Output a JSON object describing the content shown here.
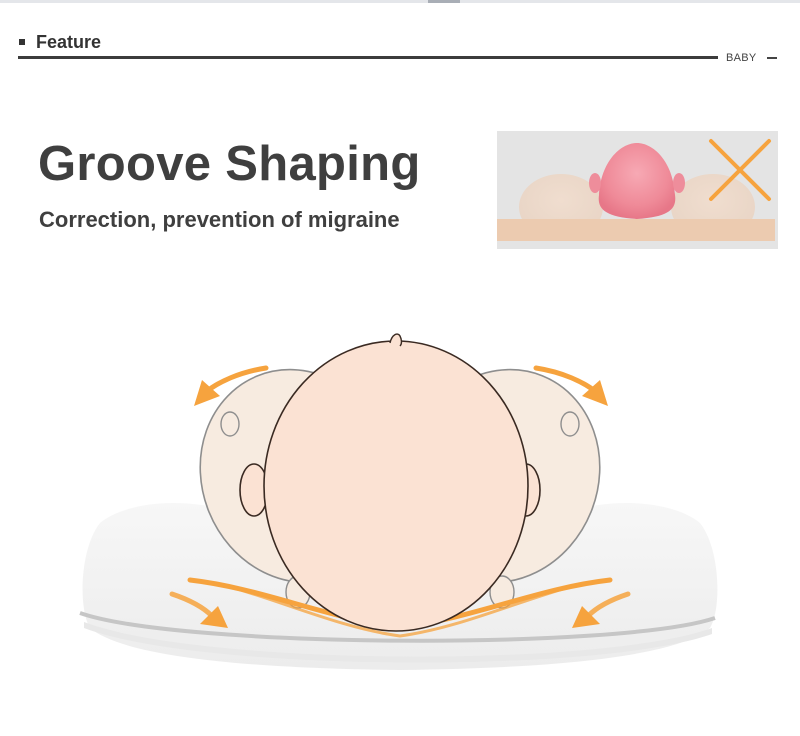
{
  "header": {
    "section_title": "Feature",
    "tag": "BABY"
  },
  "feature": {
    "title": "Groove Shaping",
    "subtitle": "Correction, prevention of migraine"
  },
  "colors": {
    "accent_orange": "#f6a33e",
    "skin": "#fbe2d3",
    "pillow": "#f4f4f4",
    "heading": "#3f3f3f"
  },
  "icons": {
    "wrong_mark": "cross-icon",
    "arrows": "curved-arrow-icon"
  }
}
